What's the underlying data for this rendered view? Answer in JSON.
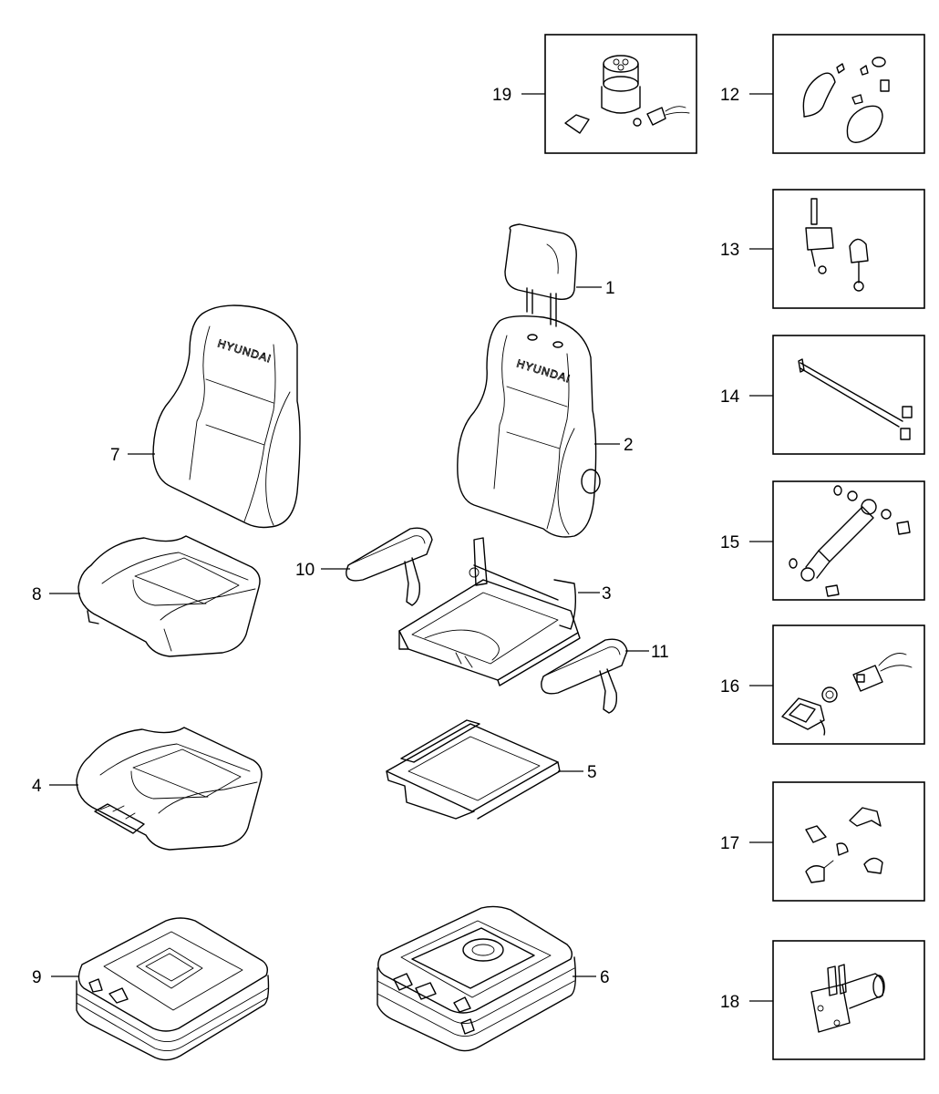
{
  "brand_text": "HYUNDAI",
  "callouts": [
    "1",
    "2",
    "3",
    "4",
    "5",
    "6",
    "7",
    "8",
    "9",
    "10",
    "11",
    "12",
    "13",
    "14",
    "15",
    "16",
    "17",
    "18",
    "19"
  ]
}
